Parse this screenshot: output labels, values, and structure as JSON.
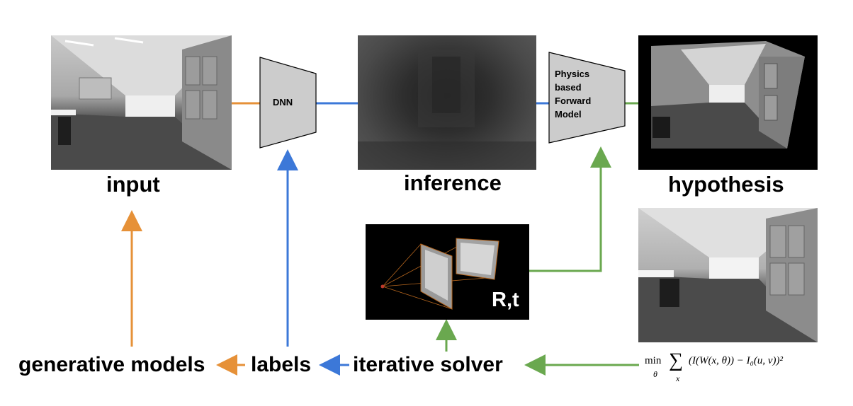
{
  "labels": {
    "input": "input",
    "inference": "inference",
    "hypothesis": "hypothesis",
    "generative_models": "generative models",
    "labels": "labels",
    "iterative_solver": "iterative solver",
    "rt": "R,t"
  },
  "blocks": {
    "dnn": "DNN",
    "physics_lines": [
      "Physics",
      "based",
      "Forward",
      "Model"
    ]
  },
  "equation": {
    "min": "min",
    "theta": "θ",
    "sum_sub": "x",
    "body": "(I(W(x, θ)) − I₀(u, v))²"
  },
  "colors": {
    "orange": "#e69138",
    "blue": "#3c78d8",
    "green": "#6aa84f",
    "block_fill": "#cccccc"
  }
}
